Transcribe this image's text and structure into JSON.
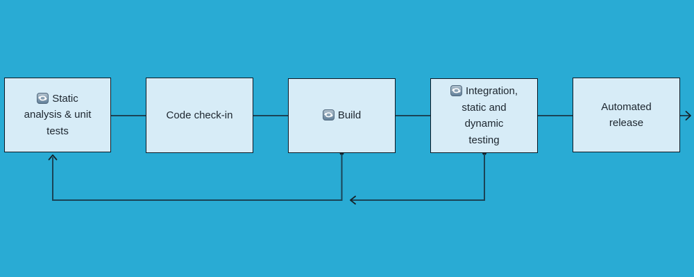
{
  "colors": {
    "background": "#29ABD4",
    "box_fill": "#D7ECF7",
    "box_border": "#0D1722",
    "line": "#1A4356",
    "arrow": "#152026",
    "text": "#1C252E",
    "icon_gradient_top": "#B3C3CF",
    "icon_gradient_bottom": "#5F7E98"
  },
  "diagram": {
    "type": "flowchart",
    "nodes": [
      {
        "id": "static-analysis",
        "label": "Static\nanalysis & unit\ntests",
        "icon": "repeat-icon"
      },
      {
        "id": "code-check-in",
        "label": "Code check-in",
        "icon": null
      },
      {
        "id": "build",
        "label": "Build",
        "icon": "repeat-icon"
      },
      {
        "id": "integration-testing",
        "label": "Integration,\nstatic and\ndynamic\ntesting",
        "icon": "repeat-icon"
      },
      {
        "id": "automated-release",
        "label": "Automated\nrelease",
        "icon": null
      }
    ],
    "edges": [
      {
        "from": "static-analysis",
        "to": "code-check-in",
        "style": "plain"
      },
      {
        "from": "code-check-in",
        "to": "build",
        "style": "plain"
      },
      {
        "from": "build",
        "to": "integration-testing",
        "style": "plain"
      },
      {
        "from": "integration-testing",
        "to": "automated-release",
        "style": "plain"
      },
      {
        "from": "automated-release",
        "to": "offscreen-right",
        "style": "arrow"
      },
      {
        "from": "build",
        "to": "static-analysis",
        "style": "feedback-arrow"
      },
      {
        "from": "integration-testing",
        "to": "build-feedback-line",
        "style": "feedback-arrow"
      }
    ]
  }
}
